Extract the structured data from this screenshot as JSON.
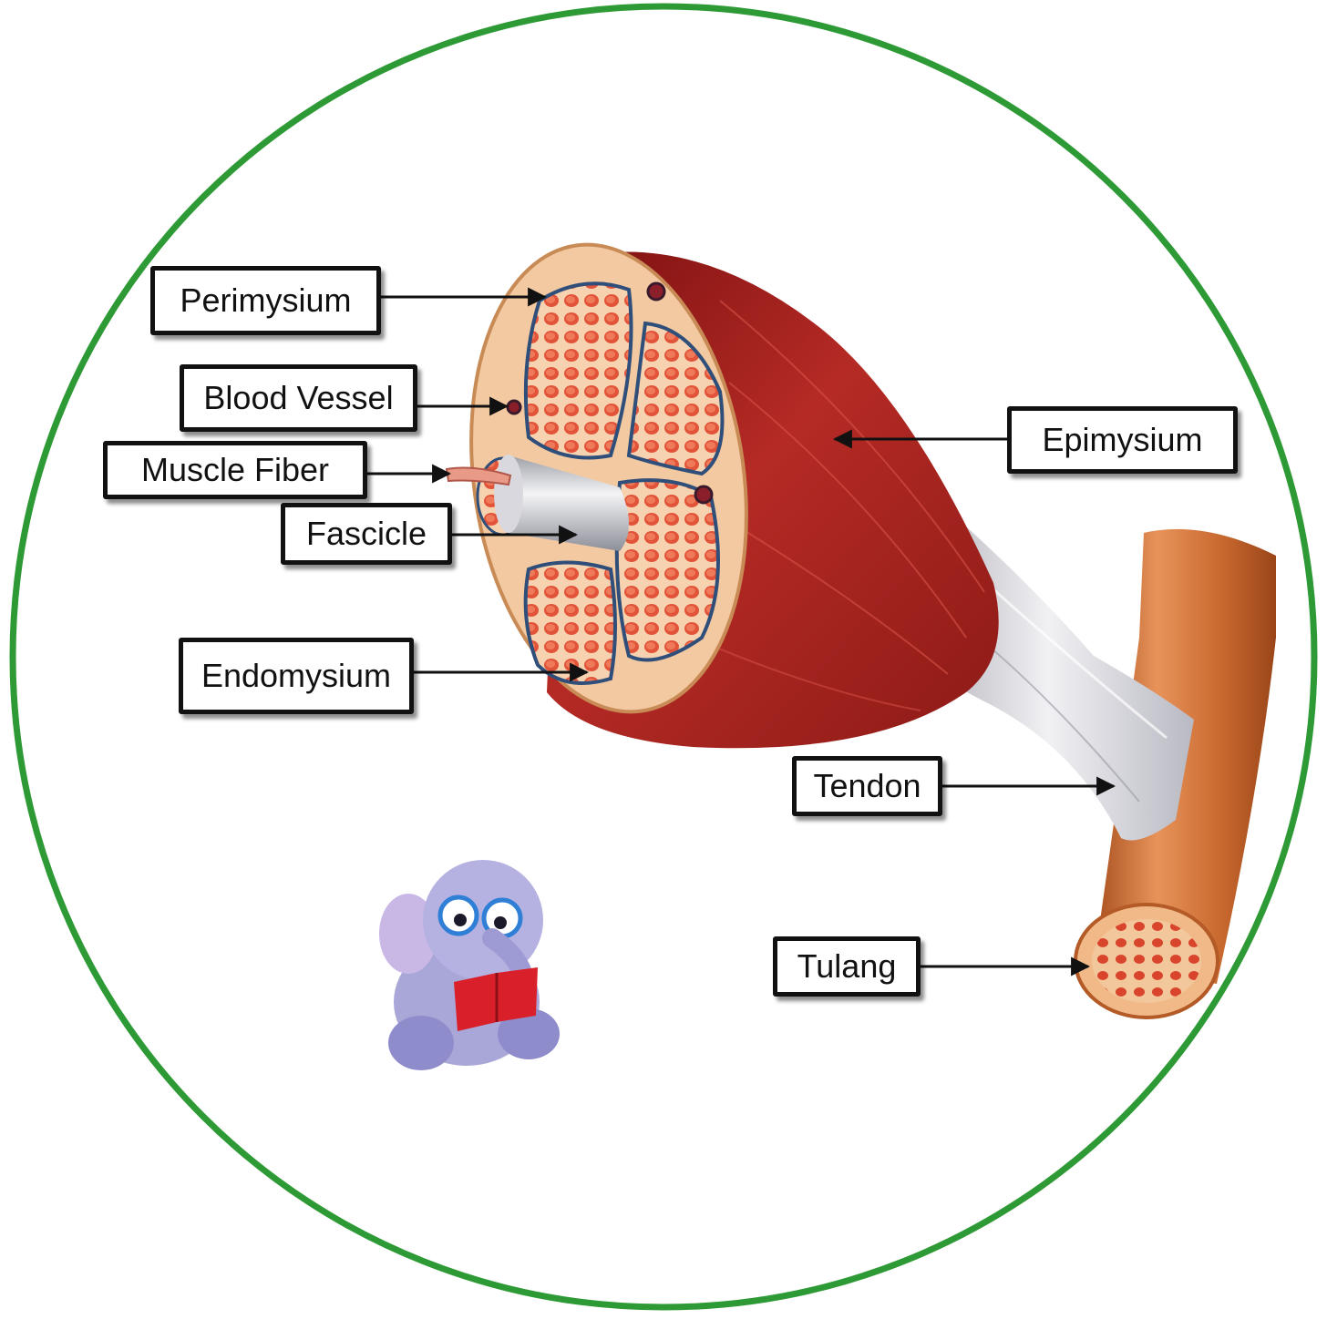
{
  "labels": {
    "perimysium": "Perimysium",
    "blood_vessel": "Blood Vessel",
    "muscle_fiber": "Muscle Fiber",
    "fascicle": "Fascicle",
    "endomysium": "Endomysium",
    "epimysium": "Epimysium",
    "tendon": "Tendon",
    "tulang": "Tulang"
  },
  "colors": {
    "frame_ring": "#2e9a35",
    "muscle_red": "#a52020",
    "fascicle_fill": "#e65c3e",
    "connective_tan": "#f2c9a0",
    "tendon_silver": "#cfcfd6",
    "bone_orange": "#c96a2e"
  }
}
